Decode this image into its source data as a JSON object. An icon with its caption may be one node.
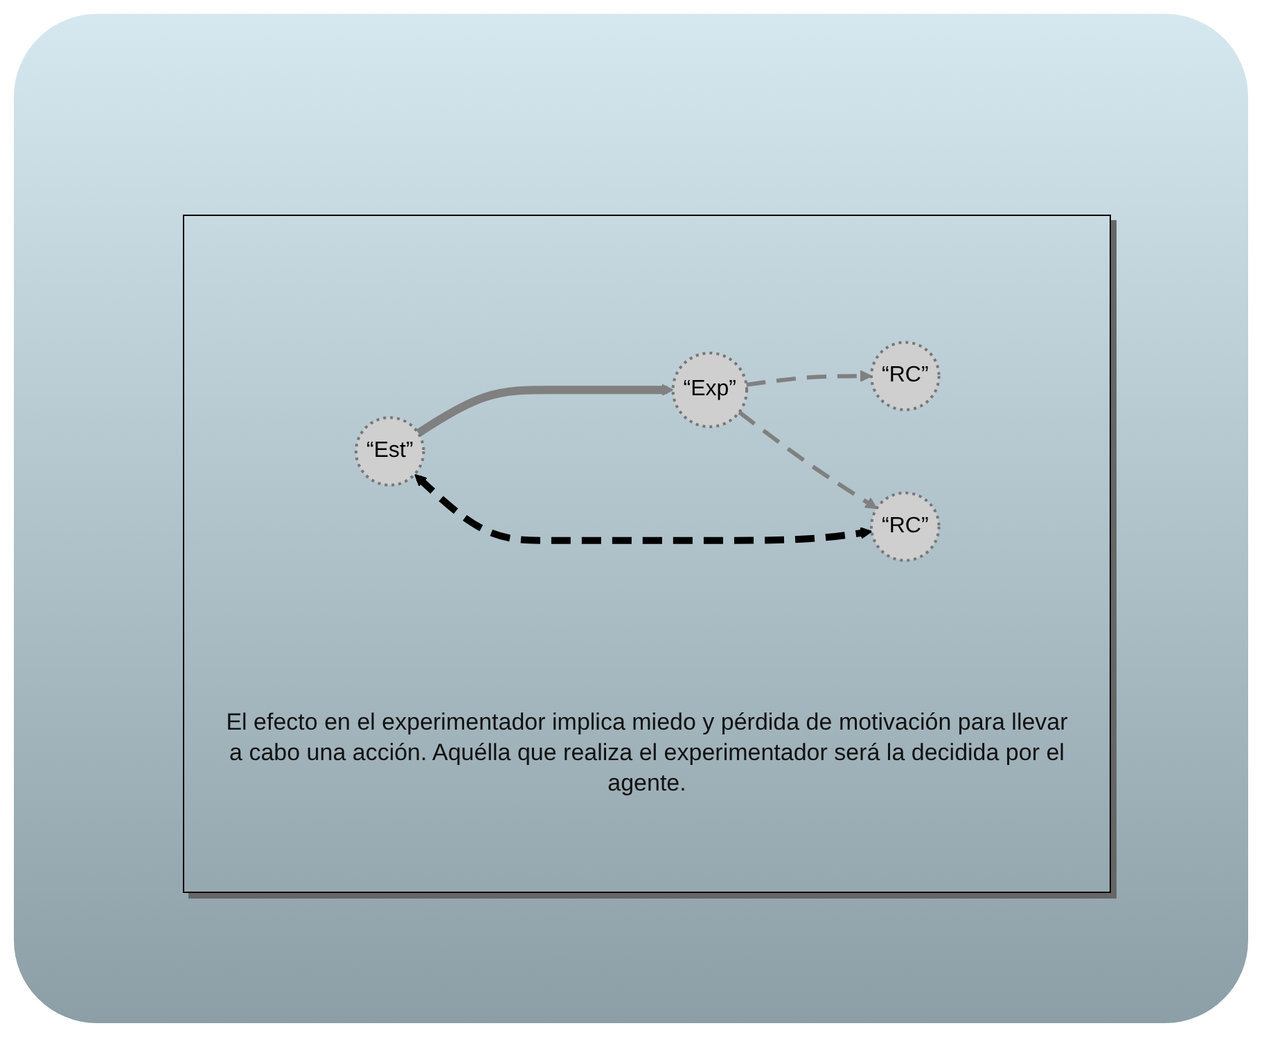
{
  "diagram": {
    "caption": "El efecto en el experimentador implica miedo y pérdida de motivación para llevar a cabo una acción. Aquélla que realiza el experimentador será la decidida por el agente.",
    "nodes": [
      {
        "text": [
          "“Est”"
        ]
      },
      {
        "text": [
          "“Exp”"
        ]
      },
      {
        "text": [
          "“RC”"
        ]
      },
      {
        "text": [
          "“RC”"
        ]
      }
    ],
    "edges": [
      {
        "from": 0,
        "to": 1,
        "arrow": "to",
        "style": "thick"
      },
      {
        "from": 1,
        "to": 2,
        "arrow": "to",
        "style": "dashed"
      },
      {
        "from": 1,
        "to": 3,
        "arrow": "to",
        "style": "dashed"
      },
      {
        "from": 0,
        "to": 3,
        "arrow": "both",
        "style": "dashed",
        "color": "#000000"
      }
    ]
  }
}
